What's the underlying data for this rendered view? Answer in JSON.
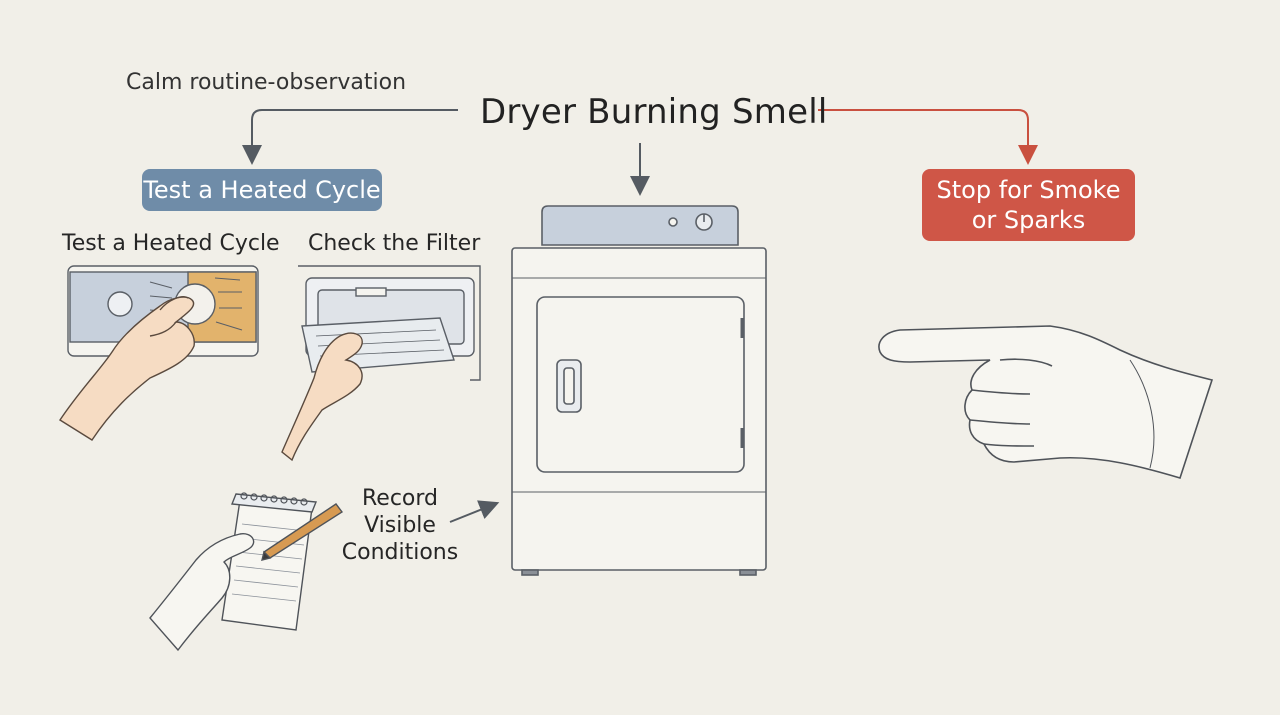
{
  "title": "Dryer Burning Smell",
  "left_label": "Calm routine-observation",
  "blue_pill": "Test a Heated Cycle",
  "red_pill": {
    "line1": "Stop for Smoke",
    "line2": "or Sparks"
  },
  "step_labels": {
    "heated_cycle": "Test a Heated Cycle",
    "filter": "Check the Filter"
  },
  "record": {
    "line1": "Record",
    "line2": "Visible",
    "line3": "Conditions"
  },
  "colors": {
    "background": "#f1efe8",
    "blue_pill": "#6f8ca8",
    "red_pill": "#cf5647",
    "arrow_gray": "#555b62",
    "arrow_red": "#c9503f",
    "dial_orange": "#e2b36c",
    "panel_blue": "#c7d0dc"
  },
  "icons": [
    "dryer-illustration",
    "pointing-hand-illustration",
    "notepad-pencil-illustration",
    "dial-hand-illustration",
    "filter-hand-illustration"
  ]
}
